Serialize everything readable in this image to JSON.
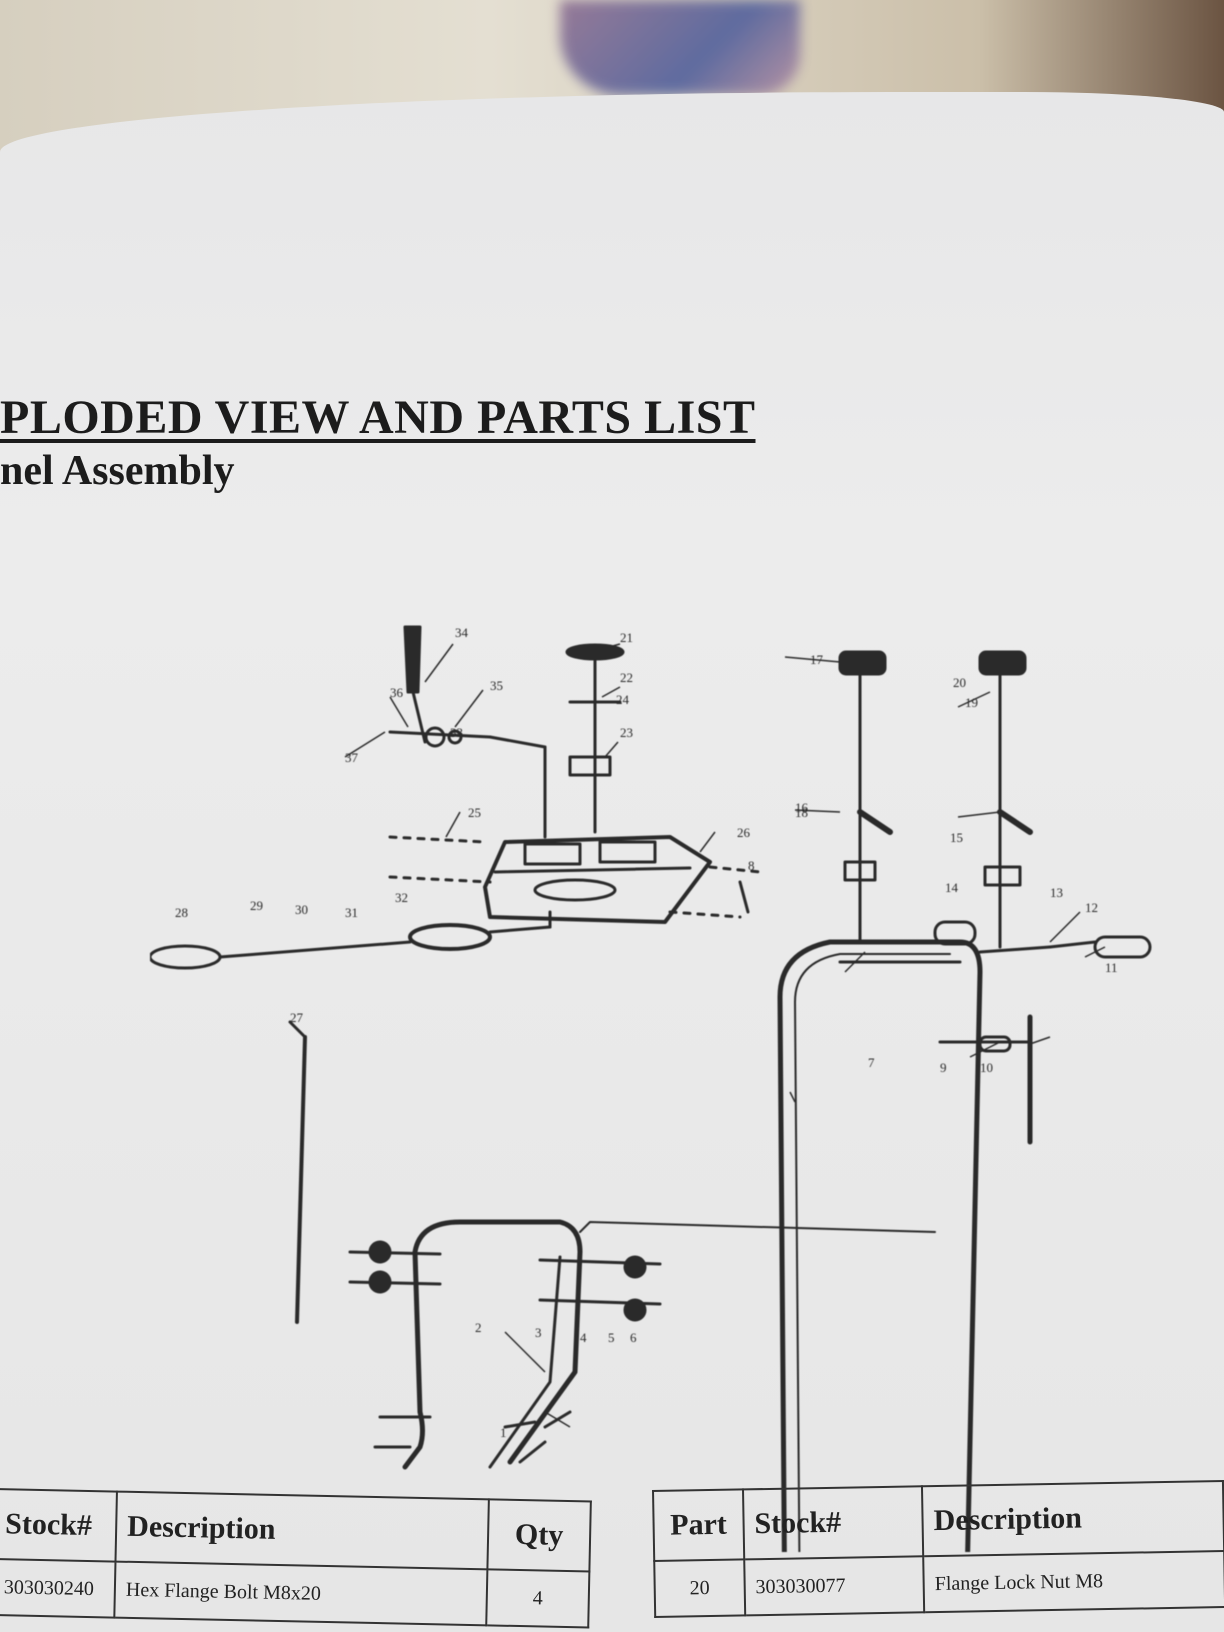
{
  "document": {
    "heading": "PLODED VIEW AND PARTS LIST",
    "subheading": "nel Assembly"
  },
  "diagram": {
    "callouts": [
      "1",
      "2",
      "3",
      "4",
      "5",
      "6",
      "7",
      "8",
      "9",
      "10",
      "11",
      "12",
      "13",
      "14",
      "15",
      "16",
      "17",
      "18",
      "19",
      "20",
      "21",
      "22",
      "23",
      "24",
      "25",
      "26",
      "27",
      "28",
      "29",
      "30",
      "31",
      "32",
      "33",
      "34",
      "35",
      "36",
      "37"
    ]
  },
  "parts_table_left": {
    "headers": [
      "Stock#",
      "Description",
      "Qty"
    ],
    "rows": [
      [
        "303030240",
        "Hex Flange Bolt M8x20",
        "4"
      ]
    ]
  },
  "parts_table_right": {
    "headers": [
      "Part",
      "Stock#",
      "Description"
    ],
    "rows": [
      [
        "20",
        "303030077",
        "Flange Lock Nut M8"
      ]
    ]
  },
  "colors": {
    "paper": "#e9e9e9",
    "ink": "#1c1c1c"
  }
}
